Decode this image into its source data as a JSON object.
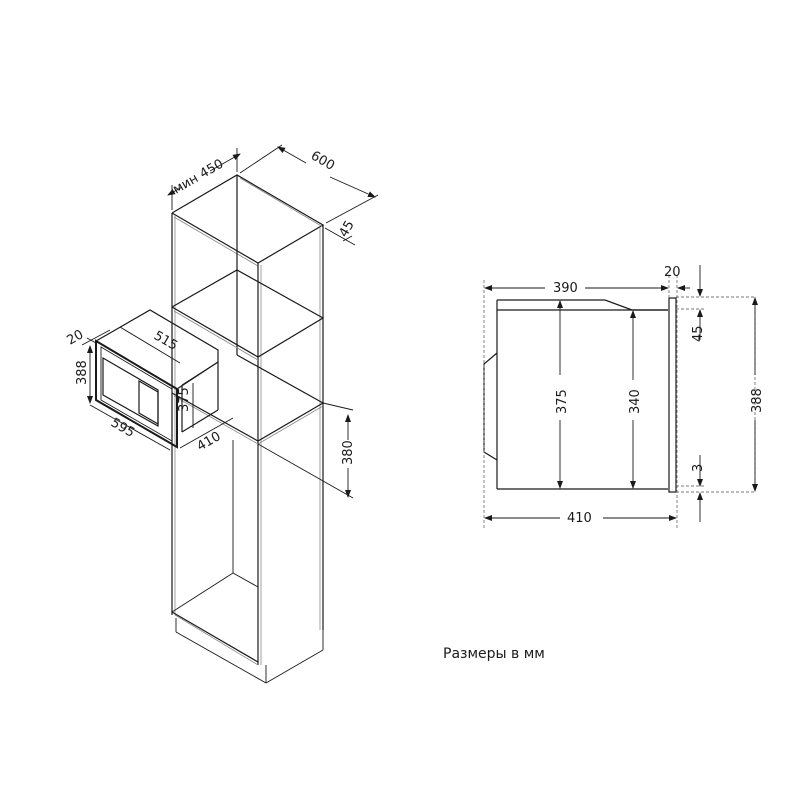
{
  "iso_view": {
    "cabinet": {
      "width_label": "мин 450",
      "depth_label": "600",
      "back_gap_label": "45",
      "niche_height_label": "380"
    },
    "microwave": {
      "frame_thickness_label": "20",
      "frame_height_label": "388",
      "frame_width_label": "595",
      "body_width_label": "515",
      "body_height_label": "375",
      "body_depth_label": "410"
    }
  },
  "side_view": {
    "body_depth_label": "390",
    "frame_thickness_label": "20",
    "top_offset_label": "45",
    "body_height_label": "375",
    "inner_height_label": "340",
    "frame_height_label": "388",
    "bottom_offset_label": "3",
    "total_depth_label": "410"
  },
  "caption": "Размеры в мм"
}
